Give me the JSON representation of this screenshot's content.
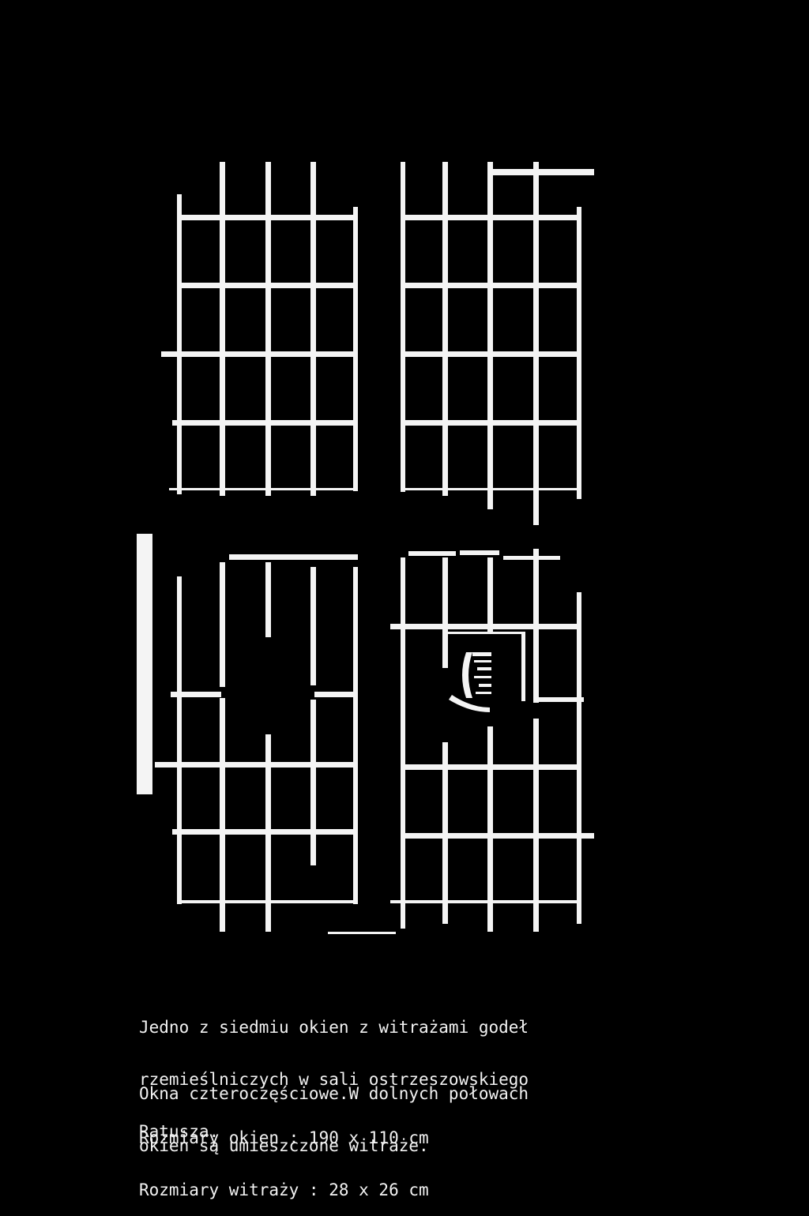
{
  "caption": {
    "paragraph_1": [
      "Jedno z siedmiu okien z witrażami godeł",
      "rzemieślniczych w sali ostrzeszowskiego",
      "Ratusza."
    ],
    "paragraph_2": [
      "Okna czteroczęściowe.W dolnych połowach",
      "okien są umieszczone witraże."
    ],
    "paragraph_3": [
      "Rozmiary okien : 190 x 110 cm",
      "Rozmiary witraży : 28 x 26 cm"
    ]
  },
  "colors": {
    "background": "#000000",
    "frame": "#f4f4f4",
    "text": "#f2f2f2"
  }
}
